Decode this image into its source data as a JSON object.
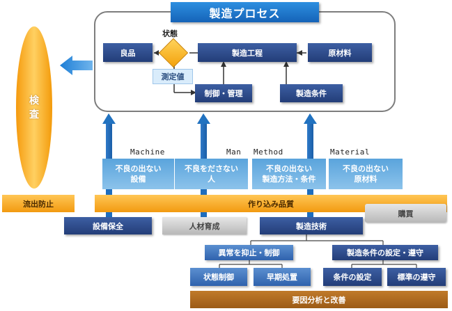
{
  "title": "製造プロセス",
  "process": {
    "state_label": "状態",
    "good": "良品",
    "measured": "測定値",
    "process": "製造工程",
    "material": "原材料",
    "control": "制御・管理",
    "conditions": "製造条件"
  },
  "inspection": "検\n査",
  "categories": {
    "machine": "Machine",
    "man": "Man",
    "method": "Method",
    "material": "Material"
  },
  "pillars": {
    "equipment": "不良の出ない\n設備",
    "people": "不良をださない\n人",
    "method": "不良の出ない\n製造方法・条件",
    "material": "不良の出ない\n原材料"
  },
  "outflow_prevention": "流出防止",
  "built_in_quality": "作り込み品質",
  "purchasing": "購買",
  "maintenance": "設備保全",
  "training": "人材育成",
  "mfg_tech": "製造技術",
  "suppress": "異常を抑止・制御",
  "condition_setting": "製造条件の設定・遵守",
  "state_control": "状態制御",
  "early_handling": "早期処置",
  "condition_set": "条件の設定",
  "standard_comply": "標準の遵守",
  "root_cause": "要因分析と改善"
}
